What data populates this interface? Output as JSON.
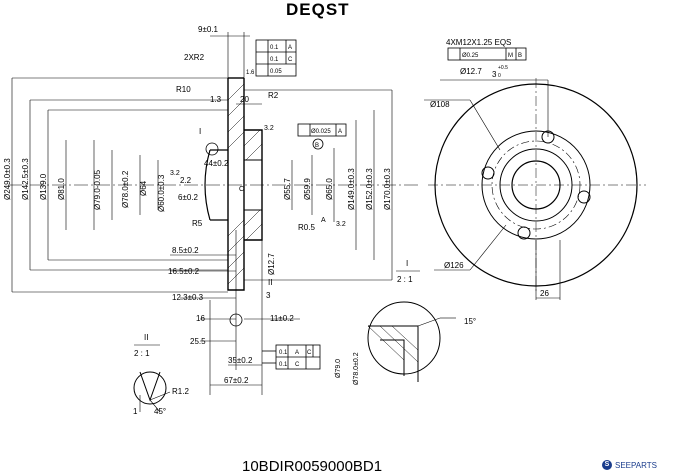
{
  "brand": "DEQST",
  "part_number": "10BDIR0059000BD1",
  "watermark": {
    "logo_letter": "S",
    "text": "SEEPARTS"
  },
  "section_view": {
    "top_dims": {
      "d1": "9±0.1",
      "d2": "2XR2",
      "d3": "R10",
      "d4": "1.3",
      "d5": "20",
      "d6": "R2",
      "d7": "1.6",
      "d8": "3.2"
    },
    "tolerance_box_top": [
      "0.1",
      "A",
      "0.1",
      "C",
      "0.05"
    ],
    "runout_box": [
      "Ø0.025",
      "A"
    ],
    "datum_b": "B",
    "datum_a": "A",
    "datum_c": "C",
    "section_marker": "I",
    "section_marker_2": "II",
    "left_diameters": [
      "Ø249.0±0.3",
      "Ø142.5±0.3",
      "Ø139.0",
      "Ø81.0",
      "Ø79.0-0.05",
      "Ø78.0±0.2",
      "Ø64",
      "Ø60.0±0.3"
    ],
    "right_diameters": [
      "Ø55.7",
      "Ø59.9",
      "Ø65.0",
      "Ø149.0±0.3",
      "Ø152.0±0.3",
      "Ø170.0±0.3"
    ],
    "inner_dims": [
      "44±0.2",
      "2.2",
      "6±0.2",
      "3.2",
      "R5",
      "R0.5",
      "3.2"
    ],
    "lower_dims": [
      "8.5±0.2",
      "16.5±0.2",
      "Ø12.7",
      "12.3±0.3",
      "3",
      "16",
      "11±0.2",
      "25.5",
      "35±0.2",
      "67±0.2",
      "Ø79.0",
      "Ø78.0±0.2"
    ],
    "tolerance_box_bottom": [
      "0.1",
      "A",
      "C",
      "0.1",
      "C"
    ]
  },
  "front_view": {
    "thread": "4XM12X1.25 EQS",
    "position_tol": [
      "Ø0.25",
      "M",
      "B"
    ],
    "counterbore": "Ø12.7",
    "counterbore_depth": "3",
    "counterbore_tol": "+0.5",
    "counterbore_tol2": "0",
    "outer_dia": "Ø108",
    "pcd": "Ø126",
    "width": "26"
  },
  "detail_i": {
    "label": "I",
    "scale": "2 : 1",
    "angle": "15°"
  },
  "detail_ii": {
    "label": "II",
    "scale": "2 : 1",
    "radius": "R1.2",
    "chamfer": "1",
    "angle": "45°"
  }
}
